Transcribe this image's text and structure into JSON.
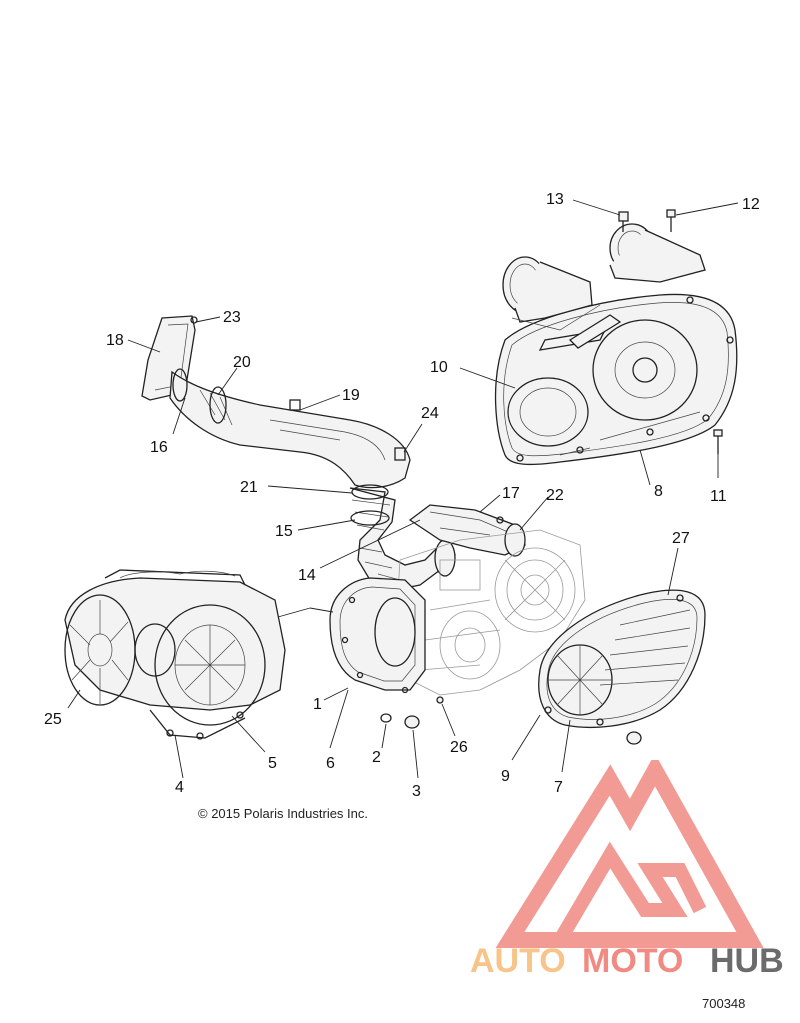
{
  "copyright": "© 2015 Polaris Industries Inc.",
  "diagram_id": "700348",
  "watermark": {
    "text_part1": "AUTO",
    "text_part2": "MOTO",
    "text_part3": "HUB",
    "color_primary": "#f08a82",
    "color_secondary": "#f7c48a",
    "color_dark": "#6b6b6b"
  },
  "callouts": [
    "1",
    "2",
    "3",
    "4",
    "5",
    "6",
    "7",
    "8",
    "9",
    "10",
    "11",
    "12",
    "13",
    "14",
    "15",
    "16",
    "17",
    "18",
    "19",
    "20",
    "21",
    "22",
    "23",
    "24",
    "25",
    "26",
    "27"
  ]
}
